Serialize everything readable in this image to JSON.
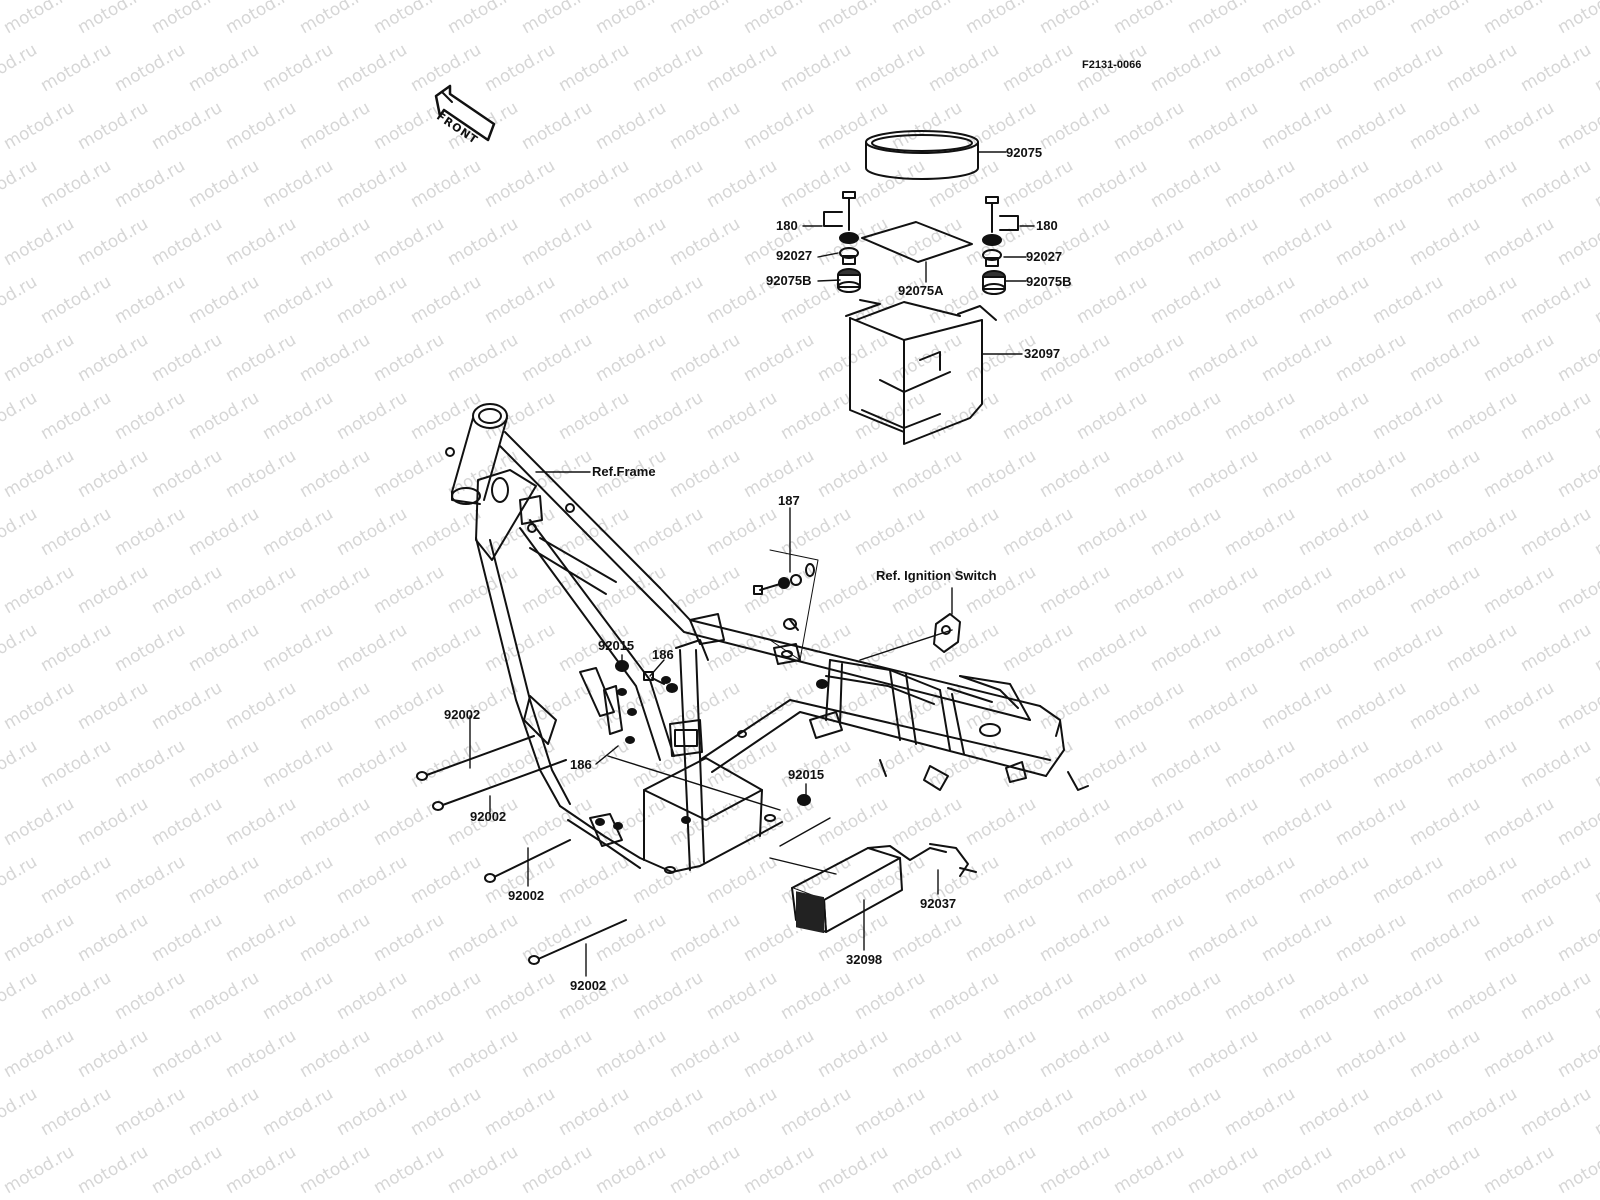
{
  "watermark": {
    "text": "motod.ru"
  },
  "diagram_code": "F2131-0066",
  "front_arrow": {
    "text": "FRONT"
  },
  "labels": {
    "p92075": "92075",
    "p180_left": "180",
    "p180_right": "180",
    "p92027_left": "92027",
    "p92027_right": "92027",
    "p92075B_left": "92075B",
    "p92075B_right": "92075B",
    "p92075A": "92075A",
    "p32097": "32097",
    "ref_frame": "Ref.Frame",
    "p187": "187",
    "ref_ignition": "Ref. Ignition Switch",
    "p92015_top": "92015",
    "p186_top": "186",
    "p92002_a": "92002",
    "p186_bottom": "186",
    "p92015_bottom": "92015",
    "p92002_b": "92002",
    "p92002_c": "92002",
    "p92002_d": "92002",
    "p92037": "92037",
    "p32098": "32098"
  }
}
